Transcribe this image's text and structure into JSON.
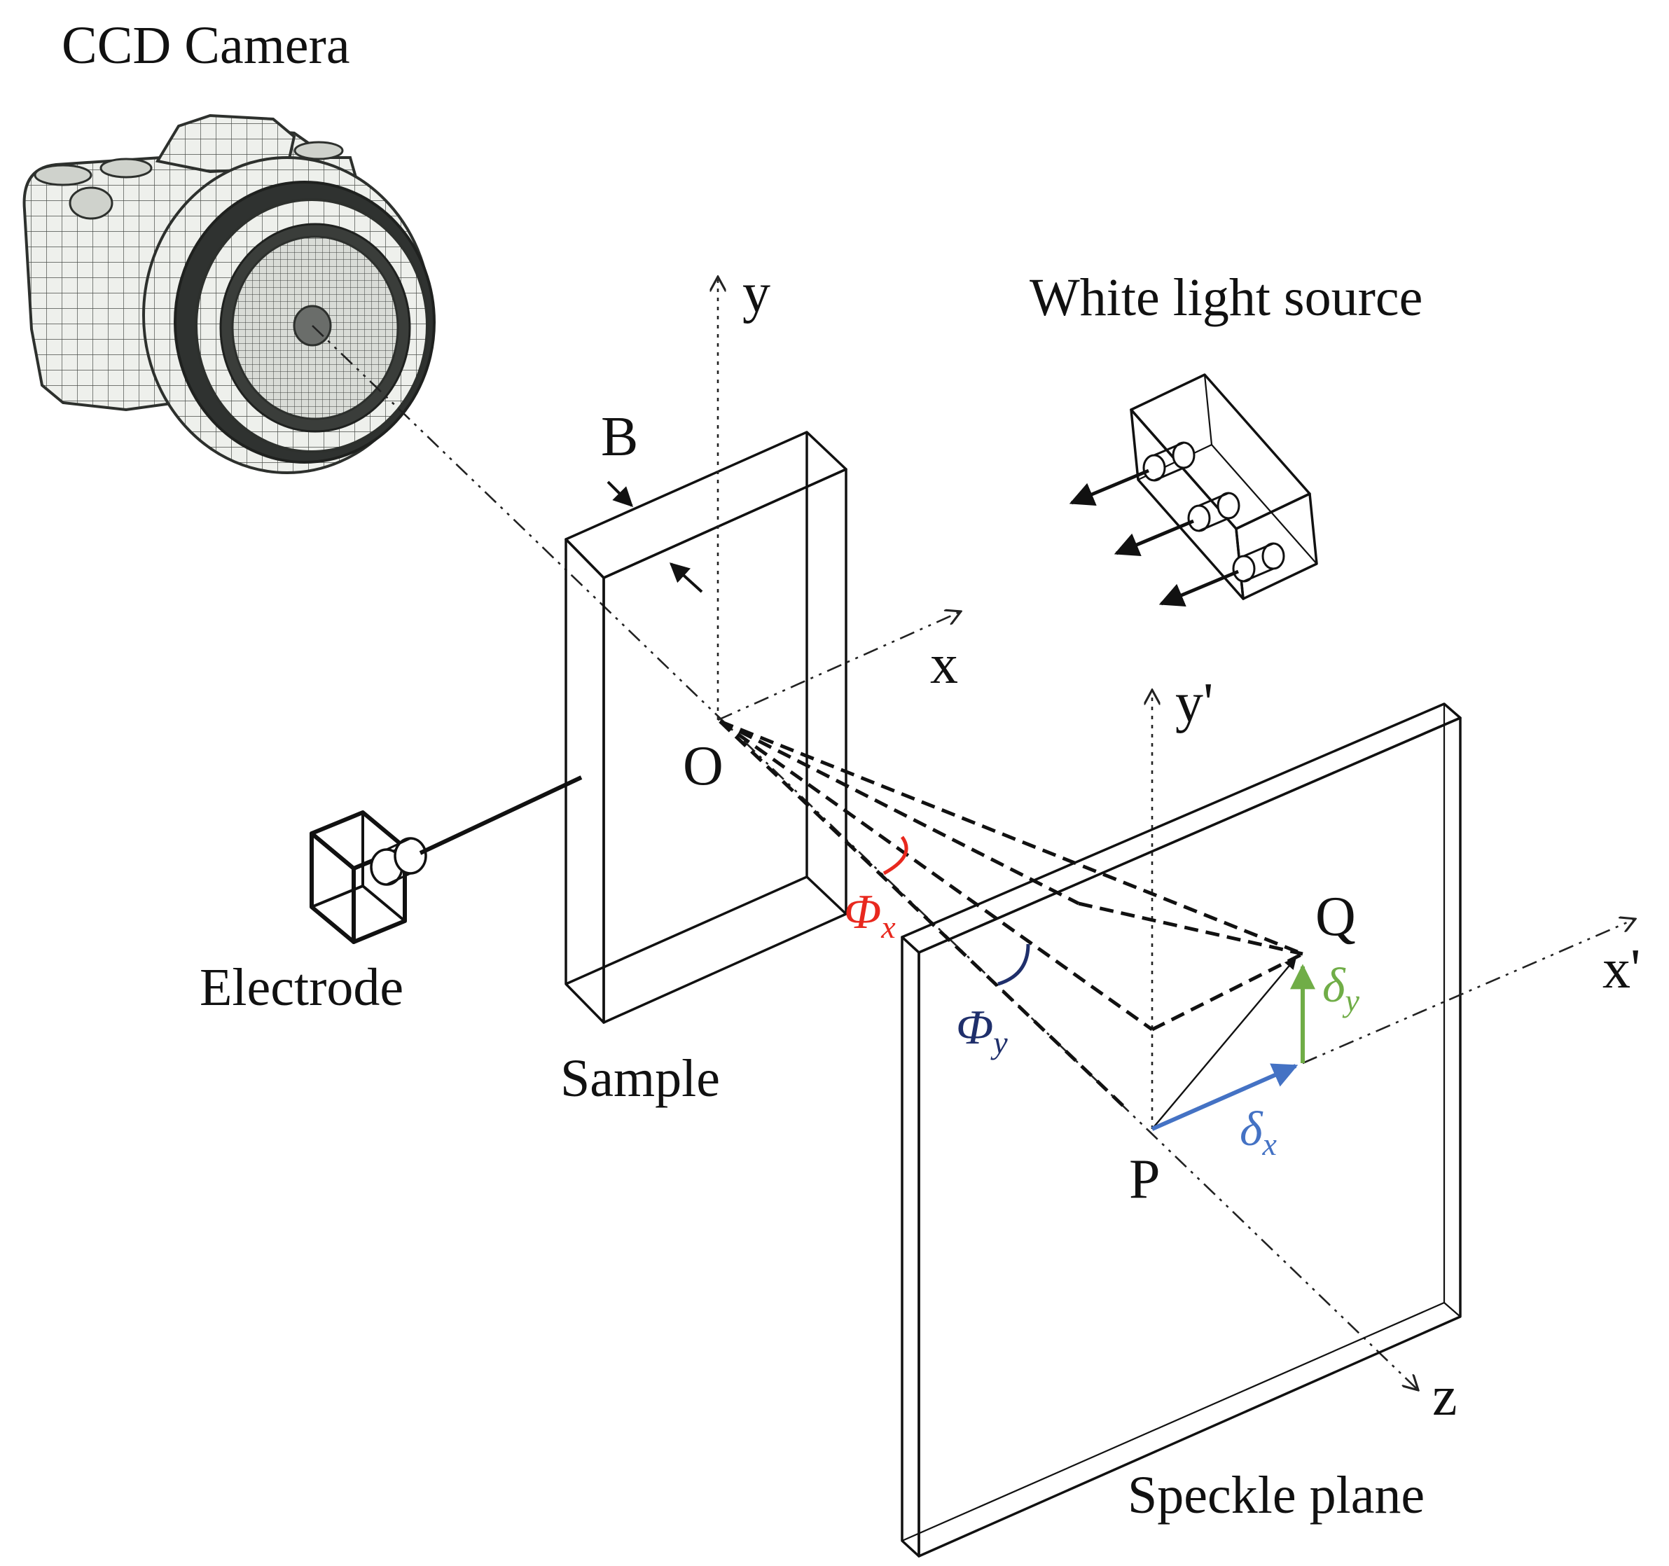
{
  "labels": {
    "camera": "CCD Camera",
    "light_source": "White light source",
    "sample": "Sample",
    "electrode": "Electrode",
    "speckle_plane": "Speckle plane",
    "thickness": "B",
    "origin": "O",
    "point_p": "P",
    "point_q": "Q",
    "axis_x": "x",
    "axis_y": "y",
    "axis_x_prime": "x'",
    "axis_y_prime": "y'",
    "axis_z": "z"
  },
  "angles": {
    "phi_x": {
      "symbol": "Φ",
      "sub": "x"
    },
    "phi_y": {
      "symbol": "Φ",
      "sub": "y"
    }
  },
  "displacements": {
    "delta_x": {
      "symbol": "δ",
      "sub": "x"
    },
    "delta_y": {
      "symbol": "δ",
      "sub": "y"
    }
  },
  "colors": {
    "line": "#111111",
    "phi_x": "#e8281e",
    "phi_y": "#1f2f6b",
    "delta_x": "#4472c4",
    "delta_y": "#70ad47",
    "camera_body": "#e9ece6",
    "camera_mesh": "#3a3d3a"
  }
}
